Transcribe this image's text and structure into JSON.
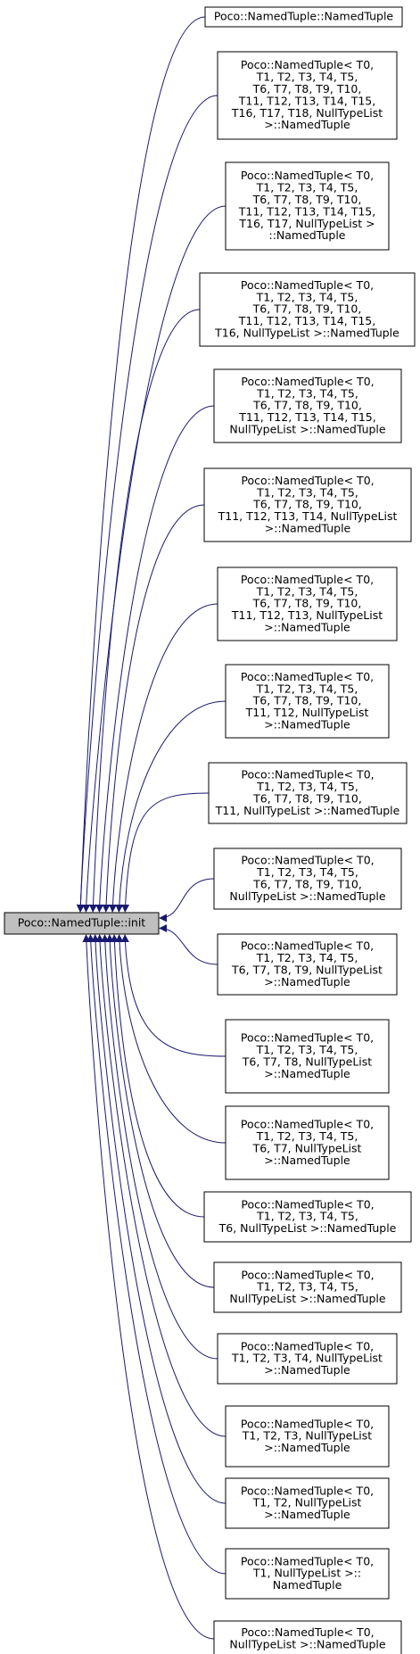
{
  "colors": {
    "edge": "#191970",
    "node_border": "#000000",
    "node_fill": "#ffffff",
    "focus_fill": "#bfbfbf",
    "text": "#000000"
  },
  "focus": {
    "id": "init",
    "lines": [
      "Poco::NamedTuple::init"
    ]
  },
  "callers": [
    {
      "id": "c1",
      "lines": [
        "Poco::NamedTuple::NamedTuple"
      ]
    },
    {
      "id": "c2",
      "lines": [
        "Poco::NamedTuple< T0,",
        "T1, T2, T3, T4, T5,",
        "T6, T7, T8, T9, T10,",
        "T11, T12, T13, T14, T15,",
        "T16, T17, T18, NullTypeList",
        ">::NamedTuple"
      ]
    },
    {
      "id": "c3",
      "lines": [
        "Poco::NamedTuple< T0,",
        "T1, T2, T3, T4, T5,",
        "T6, T7, T8, T9, T10,",
        "T11, T12, T13, T14, T15,",
        "T16, T17, NullTypeList >",
        "::NamedTuple"
      ]
    },
    {
      "id": "c4",
      "lines": [
        "Poco::NamedTuple< T0,",
        "T1, T2, T3, T4, T5,",
        "T6, T7, T8, T9, T10,",
        "T11, T12, T13, T14, T15,",
        "T16, NullTypeList >::NamedTuple"
      ]
    },
    {
      "id": "c5",
      "lines": [
        "Poco::NamedTuple< T0,",
        "T1, T2, T3, T4, T5,",
        "T6, T7, T8, T9, T10,",
        "T11, T12, T13, T14, T15,",
        "NullTypeList >::NamedTuple"
      ]
    },
    {
      "id": "c6",
      "lines": [
        "Poco::NamedTuple< T0,",
        "T1, T2, T3, T4, T5,",
        "T6, T7, T8, T9, T10,",
        "T11, T12, T13, T14, NullTypeList",
        ">::NamedTuple"
      ]
    },
    {
      "id": "c7",
      "lines": [
        "Poco::NamedTuple< T0,",
        "T1, T2, T3, T4, T5,",
        "T6, T7, T8, T9, T10,",
        "T11, T12, T13, NullTypeList",
        ">::NamedTuple"
      ]
    },
    {
      "id": "c8",
      "lines": [
        "Poco::NamedTuple< T0,",
        "T1, T2, T3, T4, T5,",
        "T6, T7, T8, T9, T10,",
        "T11, T12, NullTypeList",
        ">::NamedTuple"
      ]
    },
    {
      "id": "c9",
      "lines": [
        "Poco::NamedTuple< T0,",
        "T1, T2, T3, T4, T5,",
        "T6, T7, T8, T9, T10,",
        "T11, NullTypeList >::NamedTuple"
      ]
    },
    {
      "id": "c10",
      "lines": [
        "Poco::NamedTuple< T0,",
        "T1, T2, T3, T4, T5,",
        "T6, T7, T8, T9, T10,",
        "NullTypeList >::NamedTuple"
      ]
    },
    {
      "id": "c11",
      "lines": [
        "Poco::NamedTuple< T0,",
        "T1, T2, T3, T4, T5,",
        "T6, T7, T8, T9, NullTypeList",
        ">::NamedTuple"
      ]
    },
    {
      "id": "c12",
      "lines": [
        "Poco::NamedTuple< T0,",
        "T1, T2, T3, T4, T5,",
        "T6, T7, T8, NullTypeList",
        ">::NamedTuple"
      ]
    },
    {
      "id": "c13",
      "lines": [
        "Poco::NamedTuple< T0,",
        "T1, T2, T3, T4, T5,",
        "T6, T7, NullTypeList",
        ">::NamedTuple"
      ]
    },
    {
      "id": "c14",
      "lines": [
        "Poco::NamedTuple< T0,",
        "T1, T2, T3, T4, T5,",
        "T6, NullTypeList >::NamedTuple"
      ]
    },
    {
      "id": "c15",
      "lines": [
        "Poco::NamedTuple< T0,",
        "T1, T2, T3, T4, T5,",
        "NullTypeList >::NamedTuple"
      ]
    },
    {
      "id": "c16",
      "lines": [
        "Poco::NamedTuple< T0,",
        "T1, T2, T3, T4, NullTypeList",
        ">::NamedTuple"
      ]
    },
    {
      "id": "c17",
      "lines": [
        "Poco::NamedTuple< T0,",
        "T1, T2, T3, NullTypeList",
        ">::NamedTuple"
      ]
    },
    {
      "id": "c18",
      "lines": [
        "Poco::NamedTuple< T0,",
        "T1, T2, NullTypeList",
        ">::NamedTuple"
      ]
    },
    {
      "id": "c19",
      "lines": [
        "Poco::NamedTuple< T0,",
        "T1, NullTypeList >::",
        "NamedTuple"
      ]
    },
    {
      "id": "c20",
      "lines": [
        "Poco::NamedTuple< T0,",
        "NullTypeList >::NamedTuple"
      ]
    }
  ]
}
